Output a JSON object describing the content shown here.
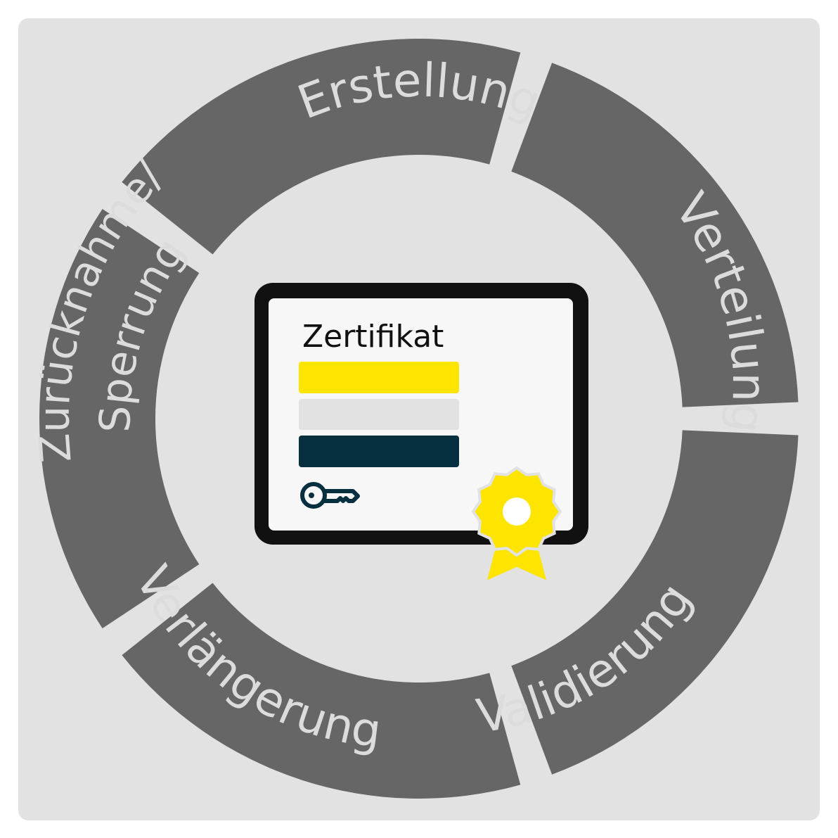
{
  "colors": {
    "panel_background": "#e2e2e2",
    "ring_segment": "#666666",
    "ring_text": "#dcdcdc",
    "card_border": "#111111",
    "card_fill": "#f7f7f7",
    "accent_yellow": "#fde500",
    "bar_grey": "#e2e2e2",
    "bar_dark": "#063040",
    "key_icon": "#063040"
  },
  "ring": {
    "segments": [
      {
        "id": "erstellung",
        "label": "Erstellung"
      },
      {
        "id": "verteilung",
        "label": "Verteilung"
      },
      {
        "id": "validierung",
        "label": "Validierung"
      },
      {
        "id": "verlaengerung",
        "label": "Verlängerung"
      },
      {
        "id": "ruecknahme",
        "label": "Zurücknahme/",
        "label2": "Sperrung"
      }
    ]
  },
  "certificate": {
    "title": "Zertifikat",
    "bars": [
      "yellow",
      "grey",
      "dark"
    ],
    "key_icon": "key-icon",
    "seal_icon": "seal-rosette-icon"
  }
}
